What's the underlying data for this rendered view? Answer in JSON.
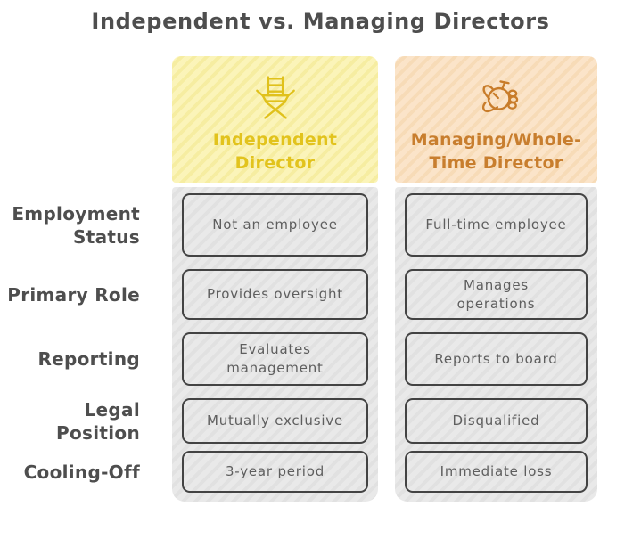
{
  "title": "Independent vs. Managing Directors",
  "rows": [
    {
      "label": "Employment\nStatus"
    },
    {
      "label": "Primary Role"
    },
    {
      "label": "Reporting"
    },
    {
      "label": "Legal Position"
    },
    {
      "label": "Cooling-Off"
    }
  ],
  "columns": [
    {
      "header": "Independent\nDirector",
      "icon": "directors-chair-icon",
      "accent_color": "#E2C31D",
      "background_color": "#FBF4B9",
      "cells": [
        "Not an employee",
        "Provides oversight",
        "Evaluates\nmanagement",
        "Mutually exclusive",
        "3-year period"
      ]
    },
    {
      "header": "Managing/Whole-\nTime Director",
      "icon": "stopwatch-hand-icon",
      "accent_color": "#C87E2E",
      "background_color": "#FBE4C9",
      "cells": [
        "Full-time employee",
        "Manages\noperations",
        "Reports to board",
        "Disqualified",
        "Immediate loss"
      ]
    }
  ],
  "colors": {
    "heading_text": "#4E4E4E",
    "cell_text": "#5E5E5E",
    "cell_border": "#434343",
    "body_background": "#E9E9E9"
  }
}
